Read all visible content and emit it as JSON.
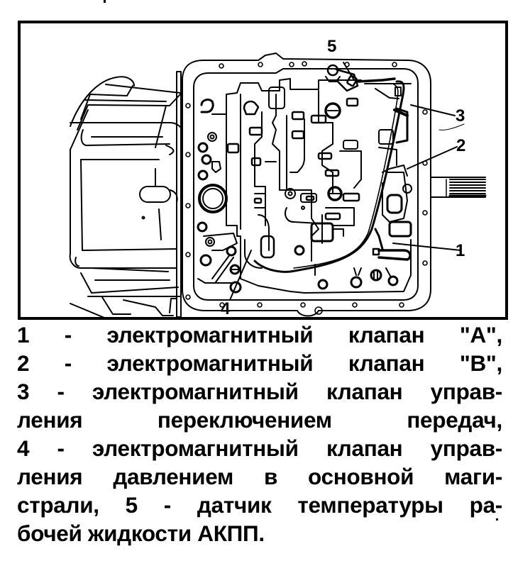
{
  "figure": {
    "callouts": [
      {
        "id": "callout-1",
        "label": "1"
      },
      {
        "id": "callout-2",
        "label": "2"
      },
      {
        "id": "callout-3",
        "label": "3"
      },
      {
        "id": "callout-4",
        "label": "4"
      },
      {
        "id": "callout-5",
        "label": "5"
      }
    ],
    "line_color": "#000000",
    "background": "#ffffff"
  },
  "caption": {
    "lines": [
      "1 - электромагнитный клапан \"А\",",
      "2 - электромагнитный клапан \"В\",",
      "3 - электромагнитный клапан управ-",
      "ления переключением передач,",
      "4 - электромагнитный клапан управ-",
      "ления давлением в основной маги-",
      "страли, 5 - датчик температуры ра-",
      "бочей жидкости АКПП."
    ]
  }
}
